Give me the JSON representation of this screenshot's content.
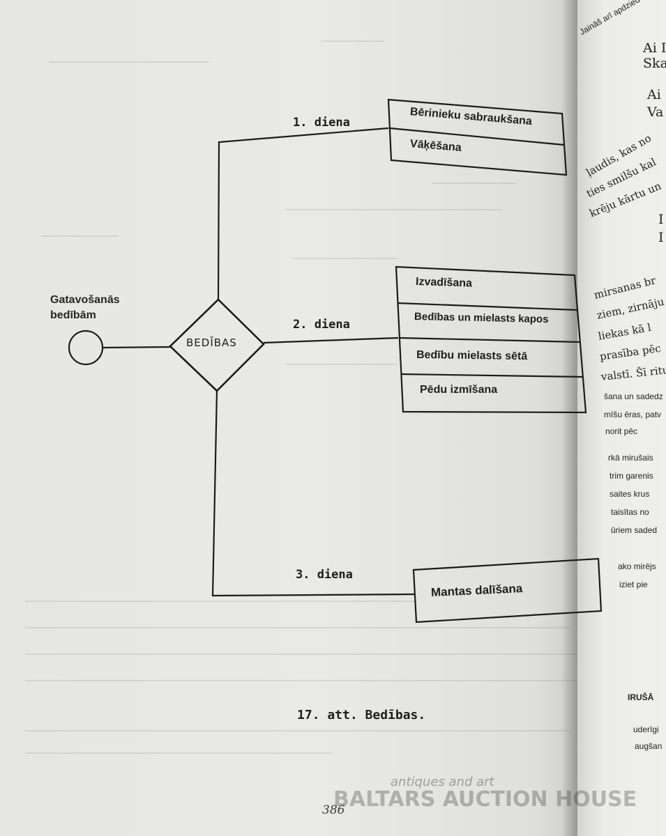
{
  "diagram": {
    "start_label_line1": "Gatavošanās",
    "start_label_line2": "bedībām",
    "hub_label": "BEDĪBAS",
    "day1": {
      "label": "1. diena",
      "items": [
        "Bērinieku sabraukšana",
        "Vāķēšana"
      ]
    },
    "day2": {
      "label": "2. diena",
      "items": [
        "Izvadīšana",
        "Bedības un mielasts kapos",
        "Bedību mielasts sētā",
        "Pēdu izmīšana"
      ]
    },
    "day3": {
      "label": "3. diena",
      "items": [
        "Mantas dalīšana"
      ]
    }
  },
  "caption": "17. att. Bedības.",
  "page_number": "386",
  "watermark": {
    "line1": "antiques and art",
    "line2": "BALTARS AUCTION HOUSE"
  },
  "right_page_fragments": [
    "Jaināš arī apdzied",
    "Ai I",
    "Ska",
    "Ai",
    "Va",
    "ļaudis, kas no",
    "ties smilšu kal",
    "krēju kārtu un",
    "I",
    "I",
    "mirsanas br",
    "ziem, zirnāju",
    "liekas kā l",
    "prasība pēc",
    "valstī. Šī ritu",
    "šana un sadedz",
    "mīšu ēras, patv",
    "norit pēc",
    "rkā mirušais",
    "trim garenis",
    "saites krus",
    "taisītas no",
    "ūriem saded",
    "ako mirējs",
    "iziet pie",
    "IRUŠĀ",
    "uderīgi",
    "augšan"
  ]
}
